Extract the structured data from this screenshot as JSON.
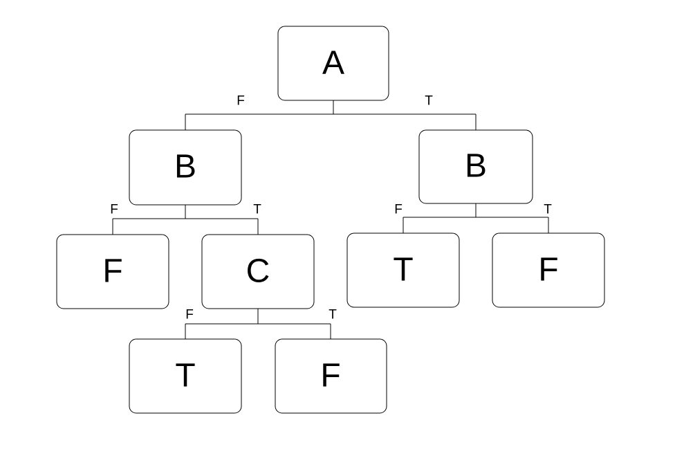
{
  "tree": {
    "nodes": {
      "root": "A",
      "b_left": "B",
      "b_right": "B",
      "leaf_bl_f": "F",
      "c_node": "C",
      "leaf_br_f": "T",
      "leaf_br_t": "F",
      "leaf_c_f": "T",
      "leaf_c_t": "F"
    },
    "edges": {
      "root_false": "F",
      "root_true": "T",
      "b_left_false": "F",
      "b_left_true": "T",
      "b_right_false": "F",
      "b_right_true": "T",
      "c_false": "F",
      "c_true": "T"
    }
  }
}
